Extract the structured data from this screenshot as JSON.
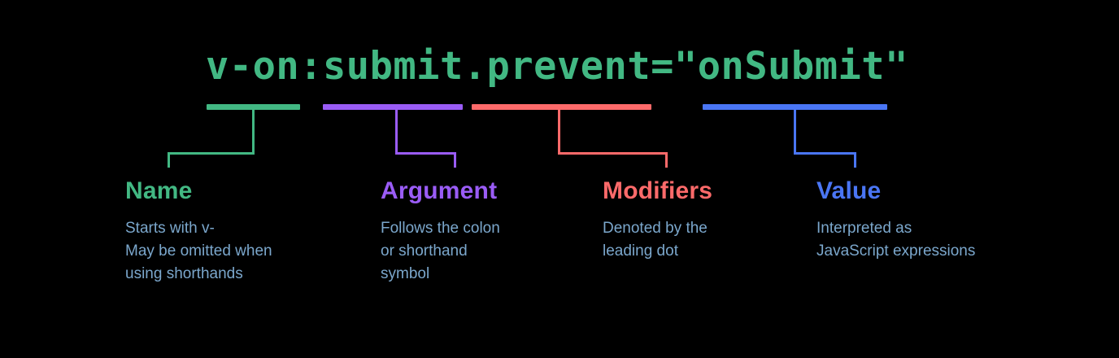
{
  "diagram": {
    "code": "v-on:submit.prevent=\"onSubmit\"",
    "code_color": "#42b883",
    "background": "#000000",
    "description_color": "#7ba7cc",
    "parts": [
      {
        "key": "name",
        "title": "Name",
        "description": "Starts with v-\nMay be omitted when\nusing shorthands",
        "color": "#42b883",
        "code_segment": "v-on"
      },
      {
        "key": "argument",
        "title": "Argument",
        "description": "Follows the colon\nor shorthand\nsymbol",
        "color": "#9a5cf6",
        "code_segment": "submit"
      },
      {
        "key": "modifiers",
        "title": "Modifiers",
        "description": "Denoted by the\nleading dot",
        "color": "#fd6a6a",
        "code_segment": ".prevent"
      },
      {
        "key": "value",
        "title": "Value",
        "description": "Interpreted as\nJavaScript expressions",
        "color": "#4a76f5",
        "code_segment": "\"onSubmit\""
      }
    ]
  }
}
